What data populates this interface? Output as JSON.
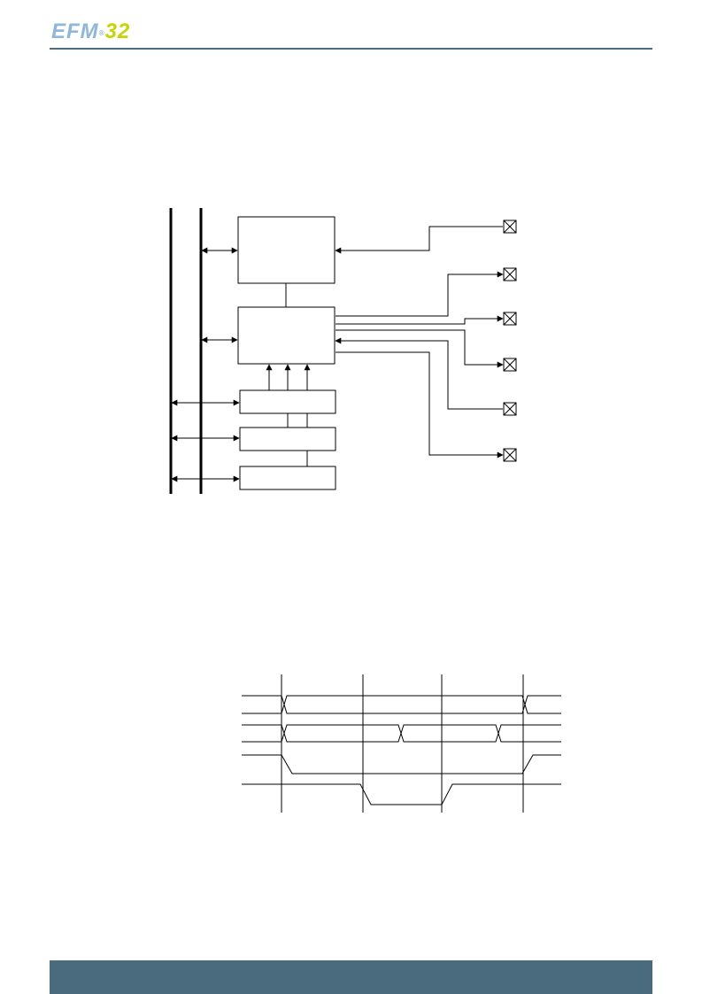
{
  "header": {
    "logo": {
      "brand": "EFM",
      "registered": "®",
      "number": "32"
    }
  },
  "figures": [
    {
      "kind": "block-diagram",
      "pin_count": 6
    },
    {
      "kind": "timing-diagram",
      "signal_count": 4
    }
  ],
  "colors": {
    "rule": "#4e6b7f",
    "footer": "#4a6a7e",
    "logo_blue": "#8fb7dc",
    "logo_green": "#c8d400"
  }
}
